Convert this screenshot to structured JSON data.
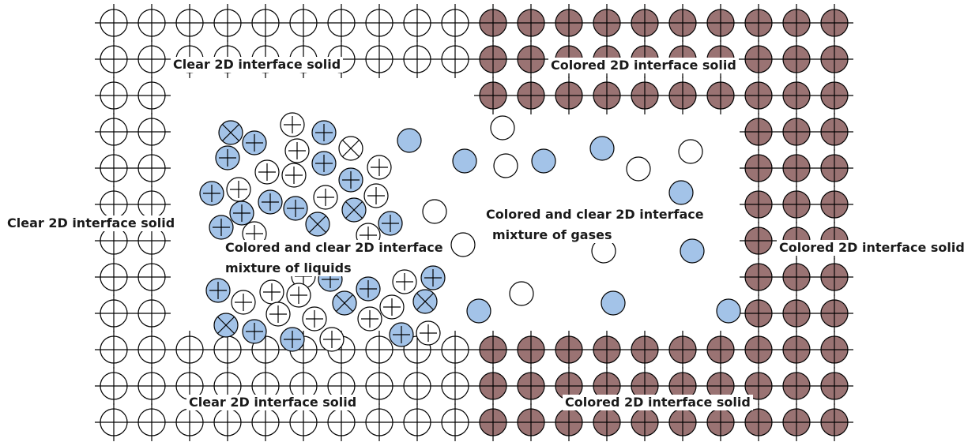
{
  "colors": {
    "background": "#ffffff",
    "grid_line": "#000000",
    "colored_particle": "#9a7373",
    "blue_particle": "#a3c3e8",
    "clear_particle": "#ffffff"
  },
  "labels": {
    "clear_top": "Clear 2D interface solid",
    "colored_top": "Colored 2D interface solid",
    "clear_left": "Clear 2D interface solid",
    "colored_right": "Colored 2D interface solid",
    "liquids_line1": "Colored and clear 2D interface",
    "liquids_line2": "mixture of liquids",
    "gases_line1": "Colored and clear 2D interface",
    "gases_line2": "mixture of gases",
    "clear_bottom": "Clear 2D interface solid",
    "colored_bottom": "Colored 2D interface solid"
  }
}
